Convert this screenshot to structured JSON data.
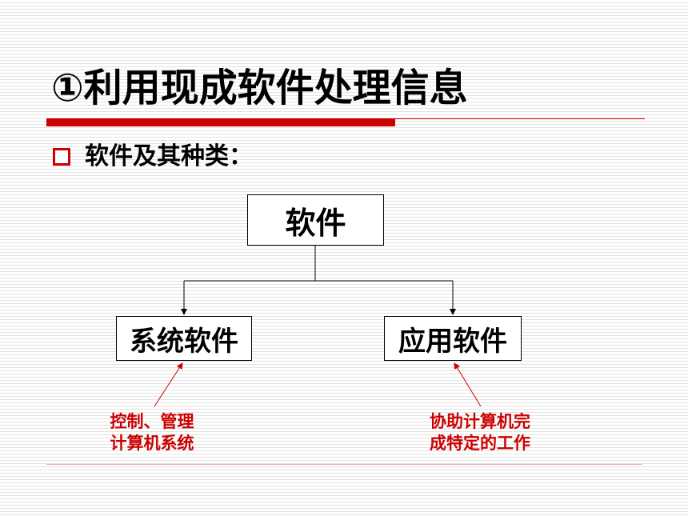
{
  "title": "①利用现成软件处理信息",
  "bullet": "软件及其种类：",
  "diagram": {
    "root": "软件",
    "children": [
      {
        "label": "系统软件",
        "note_line1": "控制、管理",
        "note_line2": "计算机系统"
      },
      {
        "label": "应用软件",
        "note_line1": "协助计算机完",
        "note_line2": "成特定的工作"
      }
    ]
  },
  "colors": {
    "accent": "#cc0000",
    "text": "#000000"
  }
}
